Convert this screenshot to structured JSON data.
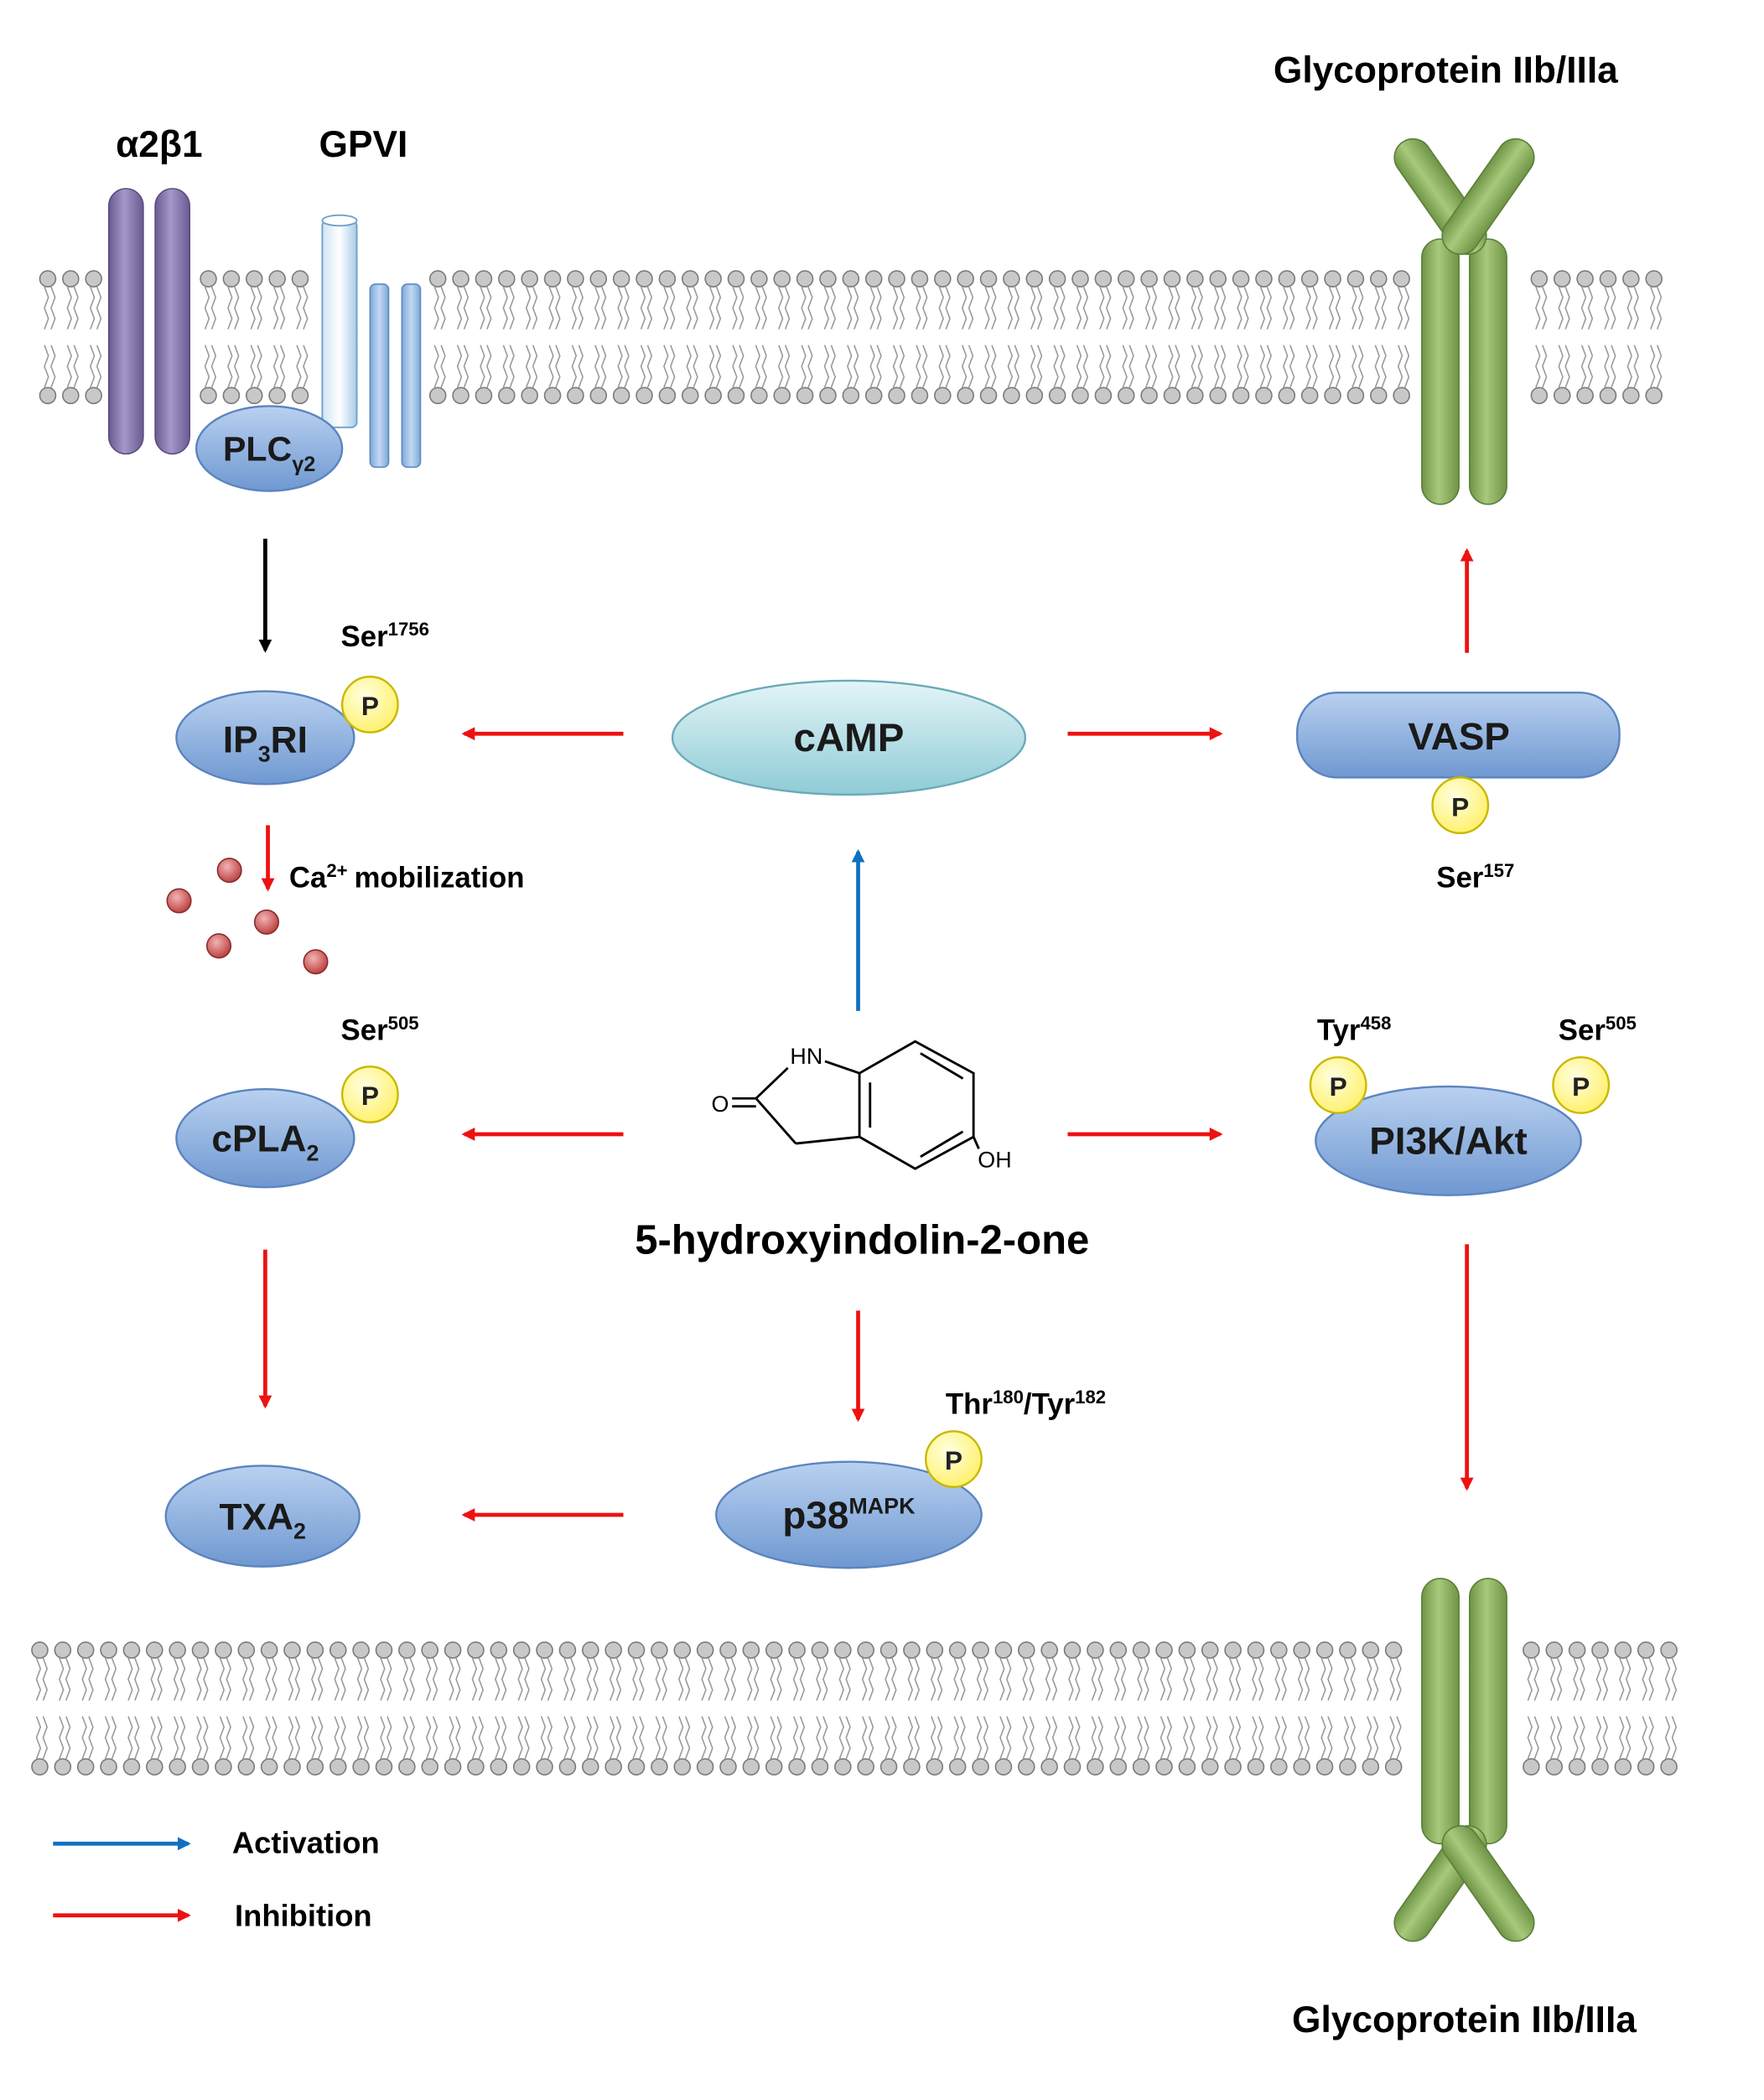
{
  "labels": {
    "alpha2beta1": "α2β1",
    "gpvi": "GPVI",
    "glycoprotein_top": "Glycoprotein IIb/IIIa",
    "glycoprotein_bottom": "Glycoprotein IIb/IIIa",
    "ca_mobilization": "mobilization",
    "ca_base": "Ca",
    "ca_sup": "2+",
    "compound": "5-hydroxyindolin-2-one",
    "phospho": "P"
  },
  "nodes": {
    "plc": {
      "base": "PLC",
      "sub": "γ2"
    },
    "ip3ri": {
      "a": "IP",
      "sub": "3",
      "b": "RI"
    },
    "camp": "cAMP",
    "vasp": "VASP",
    "cpla2": {
      "base": "cPLA",
      "sub": "2"
    },
    "pi3k": "PI3K/Akt",
    "txa2": {
      "base": "TXA",
      "sub": "2"
    },
    "p38": {
      "base": "p38",
      "sup": "MAPK"
    }
  },
  "sites": {
    "ip3ri": {
      "base": "Ser",
      "sup": "1756"
    },
    "vasp": {
      "base": "Ser",
      "sup": "157"
    },
    "cpla2": {
      "base": "Ser",
      "sup": "505"
    },
    "pi3k_tyr": {
      "base": "Tyr",
      "sup": "458"
    },
    "pi3k_ser": {
      "base": "Ser",
      "sup": "505"
    },
    "p38": {
      "a": "Thr",
      "asup": "180",
      "b": "/Tyr",
      "bsup": "182"
    }
  },
  "structure": {
    "nh": "HN",
    "o": "O",
    "oh": "OH"
  },
  "legend": {
    "activation": "Activation",
    "inhibition": "Inhibition"
  },
  "colors": {
    "activation": "#1070c0",
    "inhibition": "#ee1111",
    "neutral": "#000000",
    "node_fill": "#8fb4e3",
    "camp_fill": "#bfe6ec",
    "integrin_purple": "#8070a8",
    "gp_green": "#8db060",
    "phospho_fill": "#ffff99"
  }
}
